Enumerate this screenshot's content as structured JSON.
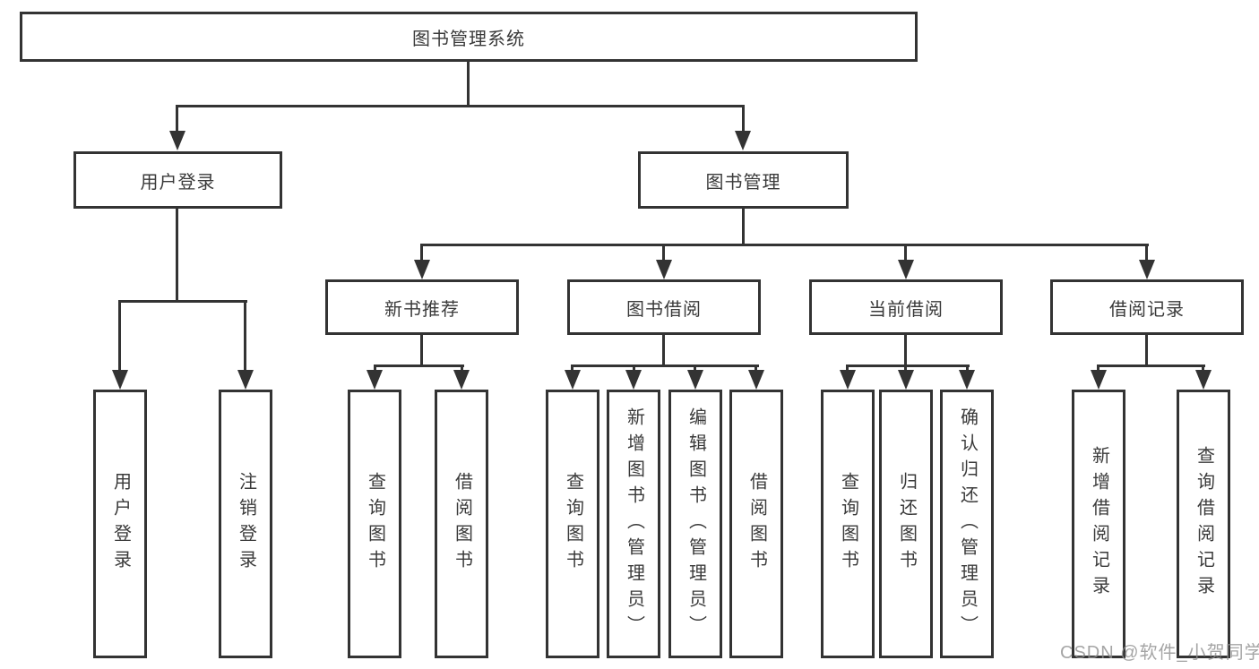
{
  "tree": {
    "label": "图书管理系统",
    "children": [
      {
        "label": "用户登录",
        "children": [
          {
            "label": "用户登录"
          },
          {
            "label": "注销登录"
          }
        ]
      },
      {
        "label": "图书管理",
        "children": [
          {
            "label": "新书推荐",
            "children": [
              {
                "label": "查询图书"
              },
              {
                "label": "借阅图书"
              }
            ]
          },
          {
            "label": "图书借阅",
            "children": [
              {
                "label": "查询图书"
              },
              {
                "label": "新增图书（管理员）"
              },
              {
                "label": "编辑图书（管理员）"
              },
              {
                "label": "借阅图书"
              }
            ]
          },
          {
            "label": "当前借阅",
            "children": [
              {
                "label": "查询图书"
              },
              {
                "label": "归还图书"
              },
              {
                "label": "确认归还（管理员）"
              }
            ]
          },
          {
            "label": "借阅记录",
            "children": [
              {
                "label": "新增借阅记录"
              },
              {
                "label": "查询借阅记录"
              }
            ]
          }
        ]
      }
    ]
  },
  "watermark": "CSDN @软件_小贺同学",
  "colors": {
    "line": "#333333",
    "text": "#3a3a3a",
    "watermark_text": "#8f8f8f",
    "background": "#ffffff"
  }
}
